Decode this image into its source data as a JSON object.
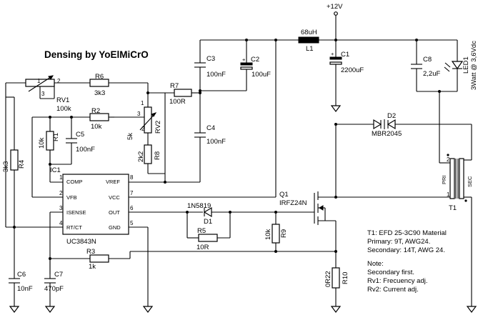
{
  "title": "Densing by YoElMiCrO",
  "supply": "+12V",
  "parts": {
    "L1": {
      "ref": "L1",
      "value": "68uH"
    },
    "C1": {
      "ref": "C1",
      "value": "2200uF"
    },
    "C2": {
      "ref": "C2",
      "value": "100uF"
    },
    "C3": {
      "ref": "C3",
      "value": "100nF"
    },
    "C4": {
      "ref": "C4",
      "value": "100nF"
    },
    "C5": {
      "ref": "C5",
      "value": "100nF"
    },
    "C6": {
      "ref": "C6",
      "value": "10nF"
    },
    "C7": {
      "ref": "C7",
      "value": "470pF"
    },
    "C8": {
      "ref": "C8",
      "value": "2,2uF"
    },
    "R1": {
      "ref": "R1",
      "value": "10k"
    },
    "R2": {
      "ref": "R2",
      "value": "10k"
    },
    "R3": {
      "ref": "R3",
      "value": "1k"
    },
    "R4": {
      "ref": "R4",
      "value": "3k3"
    },
    "R5": {
      "ref": "R5",
      "value": "10R"
    },
    "R6": {
      "ref": "R6",
      "value": "3k3"
    },
    "R7": {
      "ref": "R7",
      "value": "100R"
    },
    "R8": {
      "ref": "R8",
      "value": "2k2"
    },
    "R9": {
      "ref": "R9",
      "value": "10k"
    },
    "R10": {
      "ref": "R10",
      "value": "0R22"
    },
    "RV1": {
      "ref": "RV1",
      "value": "100k"
    },
    "RV2": {
      "ref": "RV2",
      "value": "5k"
    },
    "D1": {
      "ref": "D1",
      "value": "1N5819"
    },
    "D2": {
      "ref": "D2",
      "value": "MBR2045"
    },
    "Q1": {
      "ref": "Q1",
      "value": "IRFZ24N"
    },
    "LED1": {
      "ref": "LED1",
      "value": "3Watt @ 3,6Vdc"
    },
    "T1": {
      "ref": "T1",
      "pri": "PRI",
      "sec": "SEC"
    },
    "IC1": {
      "ref": "IC1",
      "part": "UC3843N"
    }
  },
  "ic_pins": {
    "comp": "COMP",
    "vfb": "VFB",
    "isense": "ISENSE",
    "rtct": "RT/CT",
    "vref": "VREF",
    "vcc": "VCC",
    "out": "OUT",
    "gnd": "GND"
  },
  "pin_numbers": {
    "p1": "1",
    "p2": "2",
    "p3": "3",
    "p4": "4",
    "p5": "5",
    "p6": "6",
    "p7": "7",
    "p8": "8"
  },
  "notes": [
    "T1: EFD 25-3C90 Material",
    "Primary: 9T, AWG24.",
    "Secondary: 14T, AWG 24.",
    "Note:",
    "Secondary first.",
    "Rv1: Frecuency adj.",
    "Rv2: Current adj."
  ]
}
